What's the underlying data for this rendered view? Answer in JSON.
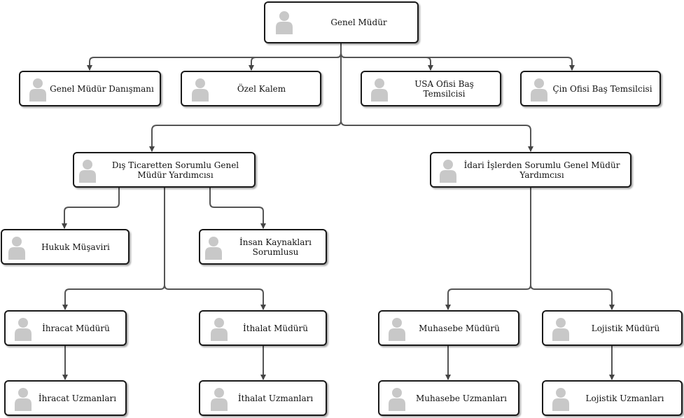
{
  "nodes": {
    "genel_mudur": "Genel Müdür",
    "danisman": "Genel Müdür Danışmanı",
    "ozel_kalem": "Özel Kalem",
    "usa": "USA Ofisi Baş Temsilcisi",
    "cin": "Çin Ofisi Baş Temsilcisi",
    "dis_ticaret": "Dış Ticaretten Sorumlu Genel Müdür Yardımcısı",
    "idari": "İdari İşlerden Sorumlu Genel Müdür Yardımcısı",
    "hukuk": "Hukuk Müşaviri",
    "insan_kaynaklari": "İnsan Kaynakları Sorumlusu",
    "ihracat_muduru": "İhracat Müdürü",
    "ithalat_muduru": "İthalat Müdürü",
    "muhasebe_muduru": "Muhasebe Müdürü",
    "lojistik_muduru": "Lojistik Müdürü",
    "ihracat_uzmanlari": "İhracat Uzmanları",
    "ithalat_uzmanlari": "İthalat Uzmanları",
    "muhasebe_uzmanlari": "Muhasebe Uzmanları",
    "lojistik_uzmanlari": "Lojistik Uzmanları"
  },
  "colors": {
    "border": "#1a1a1a",
    "connector": "#555555",
    "avatar": "#c8c8c8",
    "background": "#ffffff"
  },
  "icons": {
    "person": "person-silhouette-icon"
  }
}
